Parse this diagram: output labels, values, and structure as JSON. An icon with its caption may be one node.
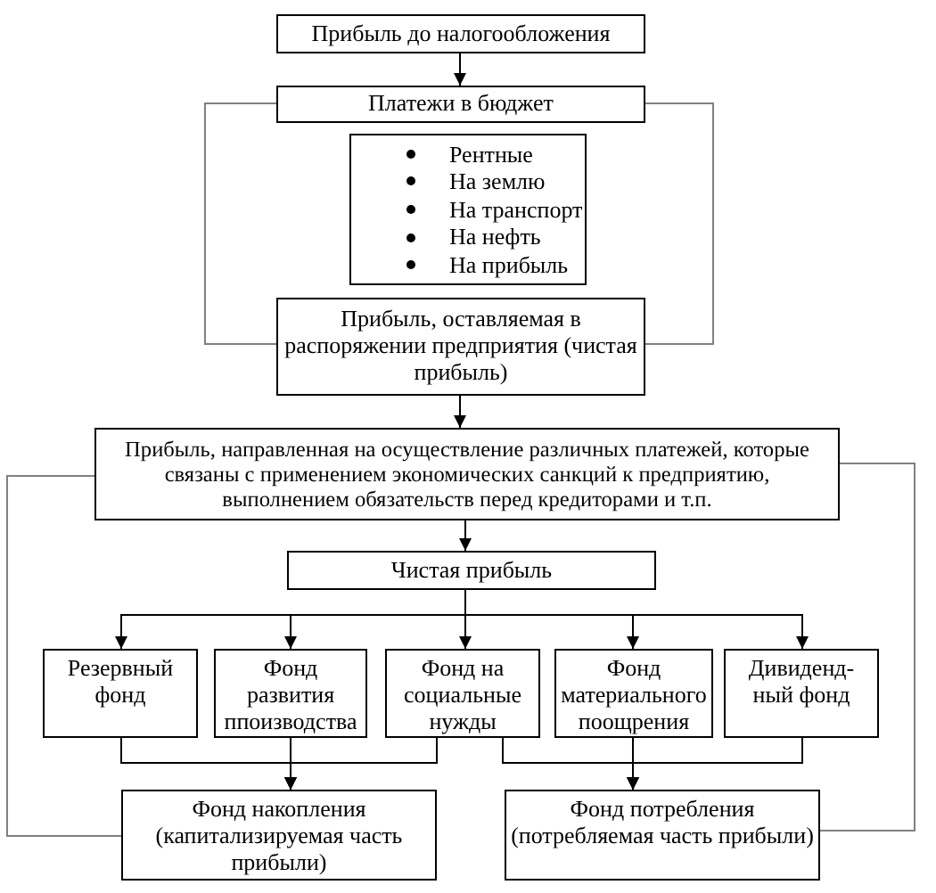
{
  "diagram": {
    "nodes": [
      {
        "text": [
          "Прибыль до налогообложения"
        ]
      },
      {
        "text": [
          "Платежи в бюджет"
        ]
      },
      {
        "text": [
          "Рентные",
          "На землю",
          "На транспорт",
          "На нефть",
          "На прибыль"
        ]
      },
      {
        "text": [
          "Прибыль, оставляемая в распоряжении предприятия (чистая прибыль)"
        ]
      },
      {
        "text": [
          "Прибыль, направленная на осуществление различных платежей, которые связаны с применением экономических санкций к предприятию, выполнением обязательств перед кредиторами и т.п."
        ]
      },
      {
        "text": [
          "Чистая прибыль"
        ]
      },
      {
        "text": [
          "Резервный фонд"
        ]
      },
      {
        "text": [
          "Фонд развития ппоизводства"
        ]
      },
      {
        "text": [
          "Фонд на социальные нужды"
        ]
      },
      {
        "text": [
          "Фонд материального поощрения"
        ]
      },
      {
        "text": [
          "Дивиденд-ный фонд"
        ]
      },
      {
        "text": [
          "Фонд накопления (капитализируемая часть прибыли)"
        ]
      },
      {
        "text": [
          "Фонд потребления (потребляемая часть прибыли)"
        ]
      }
    ],
    "edges": [
      {
        "from": 0,
        "to": 1,
        "arrow": "to"
      },
      {
        "from": 1,
        "to": 3,
        "arrow": "none",
        "color": "#808080"
      },
      {
        "from": 1,
        "to": 3,
        "arrow": "none",
        "color": "#808080"
      },
      {
        "from": 3,
        "to": 4,
        "arrow": "to"
      },
      {
        "from": 4,
        "to": 5,
        "arrow": "to"
      },
      {
        "from": 4,
        "to": 11,
        "arrow": "none",
        "color": "#808080"
      },
      {
        "from": 4,
        "to": 12,
        "arrow": "none",
        "color": "#808080"
      },
      {
        "from": 5,
        "to": 6,
        "arrow": "to"
      },
      {
        "from": 5,
        "to": 7,
        "arrow": "to"
      },
      {
        "from": 5,
        "to": 8,
        "arrow": "to"
      },
      {
        "from": 5,
        "to": 9,
        "arrow": "to"
      },
      {
        "from": 5,
        "to": 10,
        "arrow": "to"
      },
      {
        "from": 6,
        "to": 11,
        "arrow": "to"
      },
      {
        "from": 7,
        "to": 11,
        "arrow": "to"
      },
      {
        "from": 8,
        "to": 11,
        "arrow": "to"
      },
      {
        "from": 8,
        "to": 12,
        "arrow": "to"
      },
      {
        "from": 9,
        "to": 12,
        "arrow": "to"
      },
      {
        "from": 10,
        "to": 12,
        "arrow": "to"
      }
    ]
  }
}
